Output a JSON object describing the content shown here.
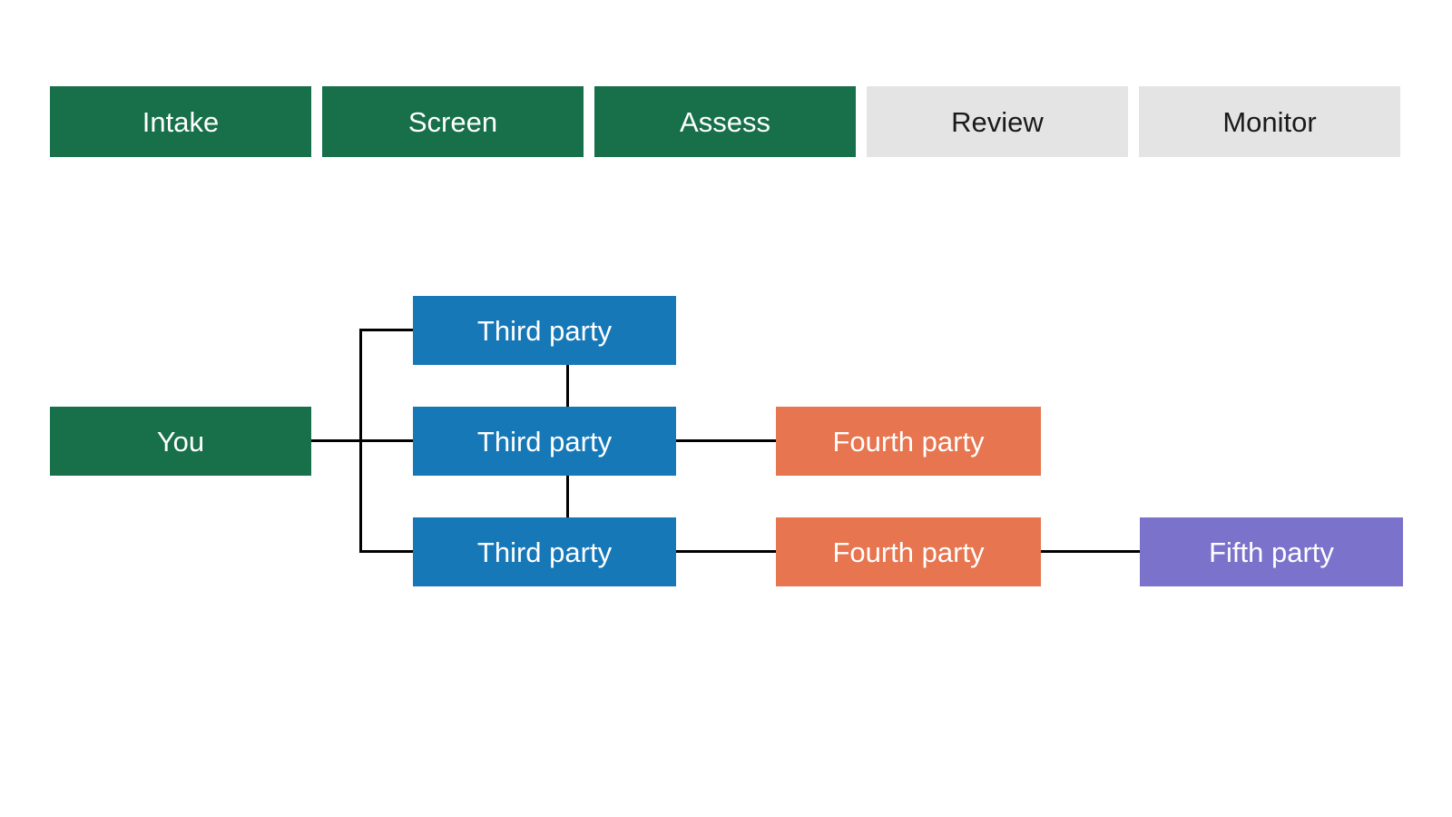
{
  "pipeline": {
    "stages": [
      {
        "label": "Intake",
        "state": "active"
      },
      {
        "label": "Screen",
        "state": "active"
      },
      {
        "label": "Assess",
        "state": "active"
      },
      {
        "label": "Review",
        "state": "inactive"
      },
      {
        "label": "Monitor",
        "state": "inactive"
      }
    ]
  },
  "diagram": {
    "nodes": {
      "you": {
        "label": "You",
        "level": "you"
      },
      "third_1": {
        "label": "Third party",
        "level": "third"
      },
      "third_2": {
        "label": "Third party",
        "level": "third"
      },
      "third_3": {
        "label": "Third party",
        "level": "third"
      },
      "fourth_2": {
        "label": "Fourth party",
        "level": "fourth"
      },
      "fourth_3": {
        "label": "Fourth party",
        "level": "fourth"
      },
      "fifth_3": {
        "label": "Fifth party",
        "level": "fifth"
      }
    },
    "edges": [
      "you - third_1",
      "you - third_2",
      "you - third_3",
      "third_1 - third_2",
      "third_2 - third_3",
      "third_2 - fourth_2",
      "third_3 - fourth_3",
      "fourth_3 - fifth_3"
    ]
  },
  "colors": {
    "stage_active_bg": "#17704A",
    "stage_inactive_bg": "#E4E4E4",
    "stage_active_text": "#FFFFFF",
    "stage_inactive_text": "#1A1A1A",
    "you_bg": "#17704A",
    "third_party_bg": "#1778B8",
    "fourth_party_bg": "#E67550",
    "fifth_party_bg": "#7B72CC",
    "connector": "#000000",
    "background": "#FFFFFF"
  }
}
